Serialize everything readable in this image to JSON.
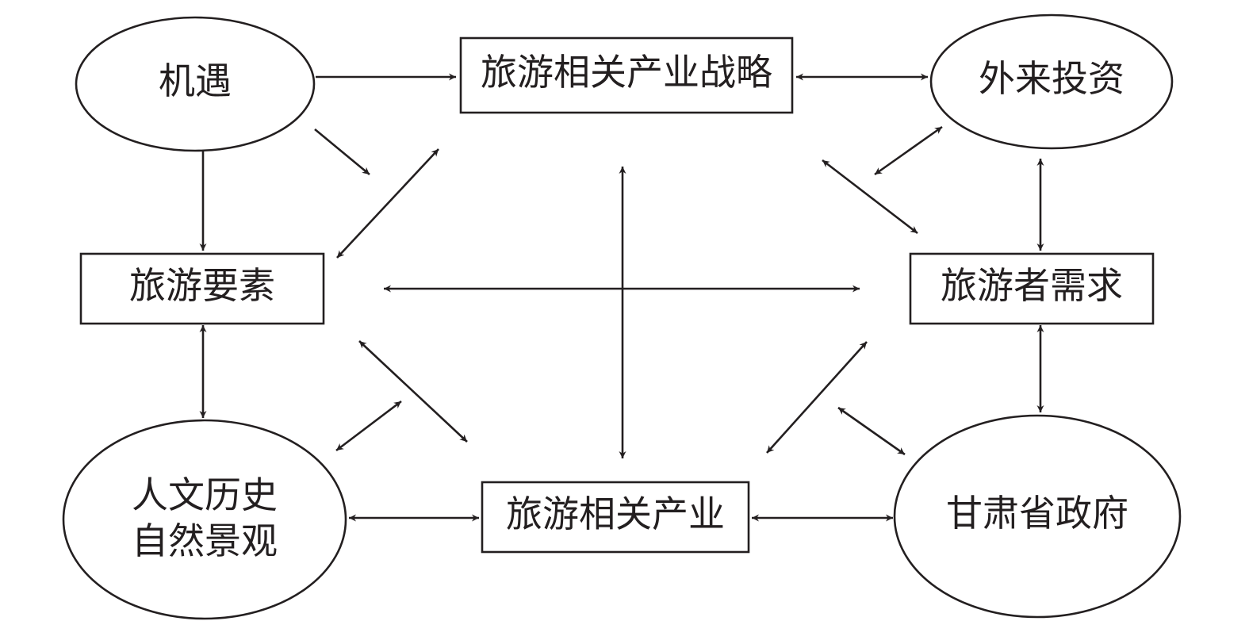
{
  "nodes": {
    "opportunity": "机遇",
    "strategy": "旅游相关产业战略",
    "foreign_investment": "外来投资",
    "tourism_elements": "旅游要素",
    "tourist_demand": "旅游者需求",
    "heritage_line1": "人文历史",
    "heritage_line2": "自然景观",
    "related_industries": "旅游相关产业",
    "gansu_government": "甘肃省政府"
  },
  "colors": {
    "stroke": "#231f20",
    "background": "#ffffff"
  }
}
